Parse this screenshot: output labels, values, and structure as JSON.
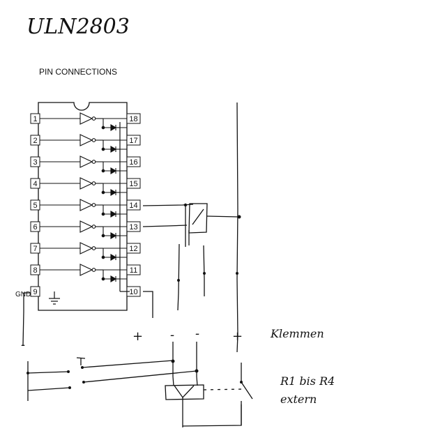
{
  "handwritten_title": "ULN2803",
  "section_heading": "PIN CONNECTIONS",
  "left_pins": [
    "1",
    "2",
    "3",
    "4",
    "5",
    "6",
    "7",
    "8",
    "9"
  ],
  "right_pins": [
    "18",
    "17",
    "16",
    "15",
    "14",
    "13",
    "12",
    "11",
    "10"
  ],
  "gnd_label": "GND",
  "terminal_symbols": [
    "+",
    "-",
    "-",
    "+"
  ],
  "terminals_label": "Klemmen",
  "left_rail_symbol": "-",
  "relay_label": "R1 bis R4",
  "relay_label_line2": "extern"
}
